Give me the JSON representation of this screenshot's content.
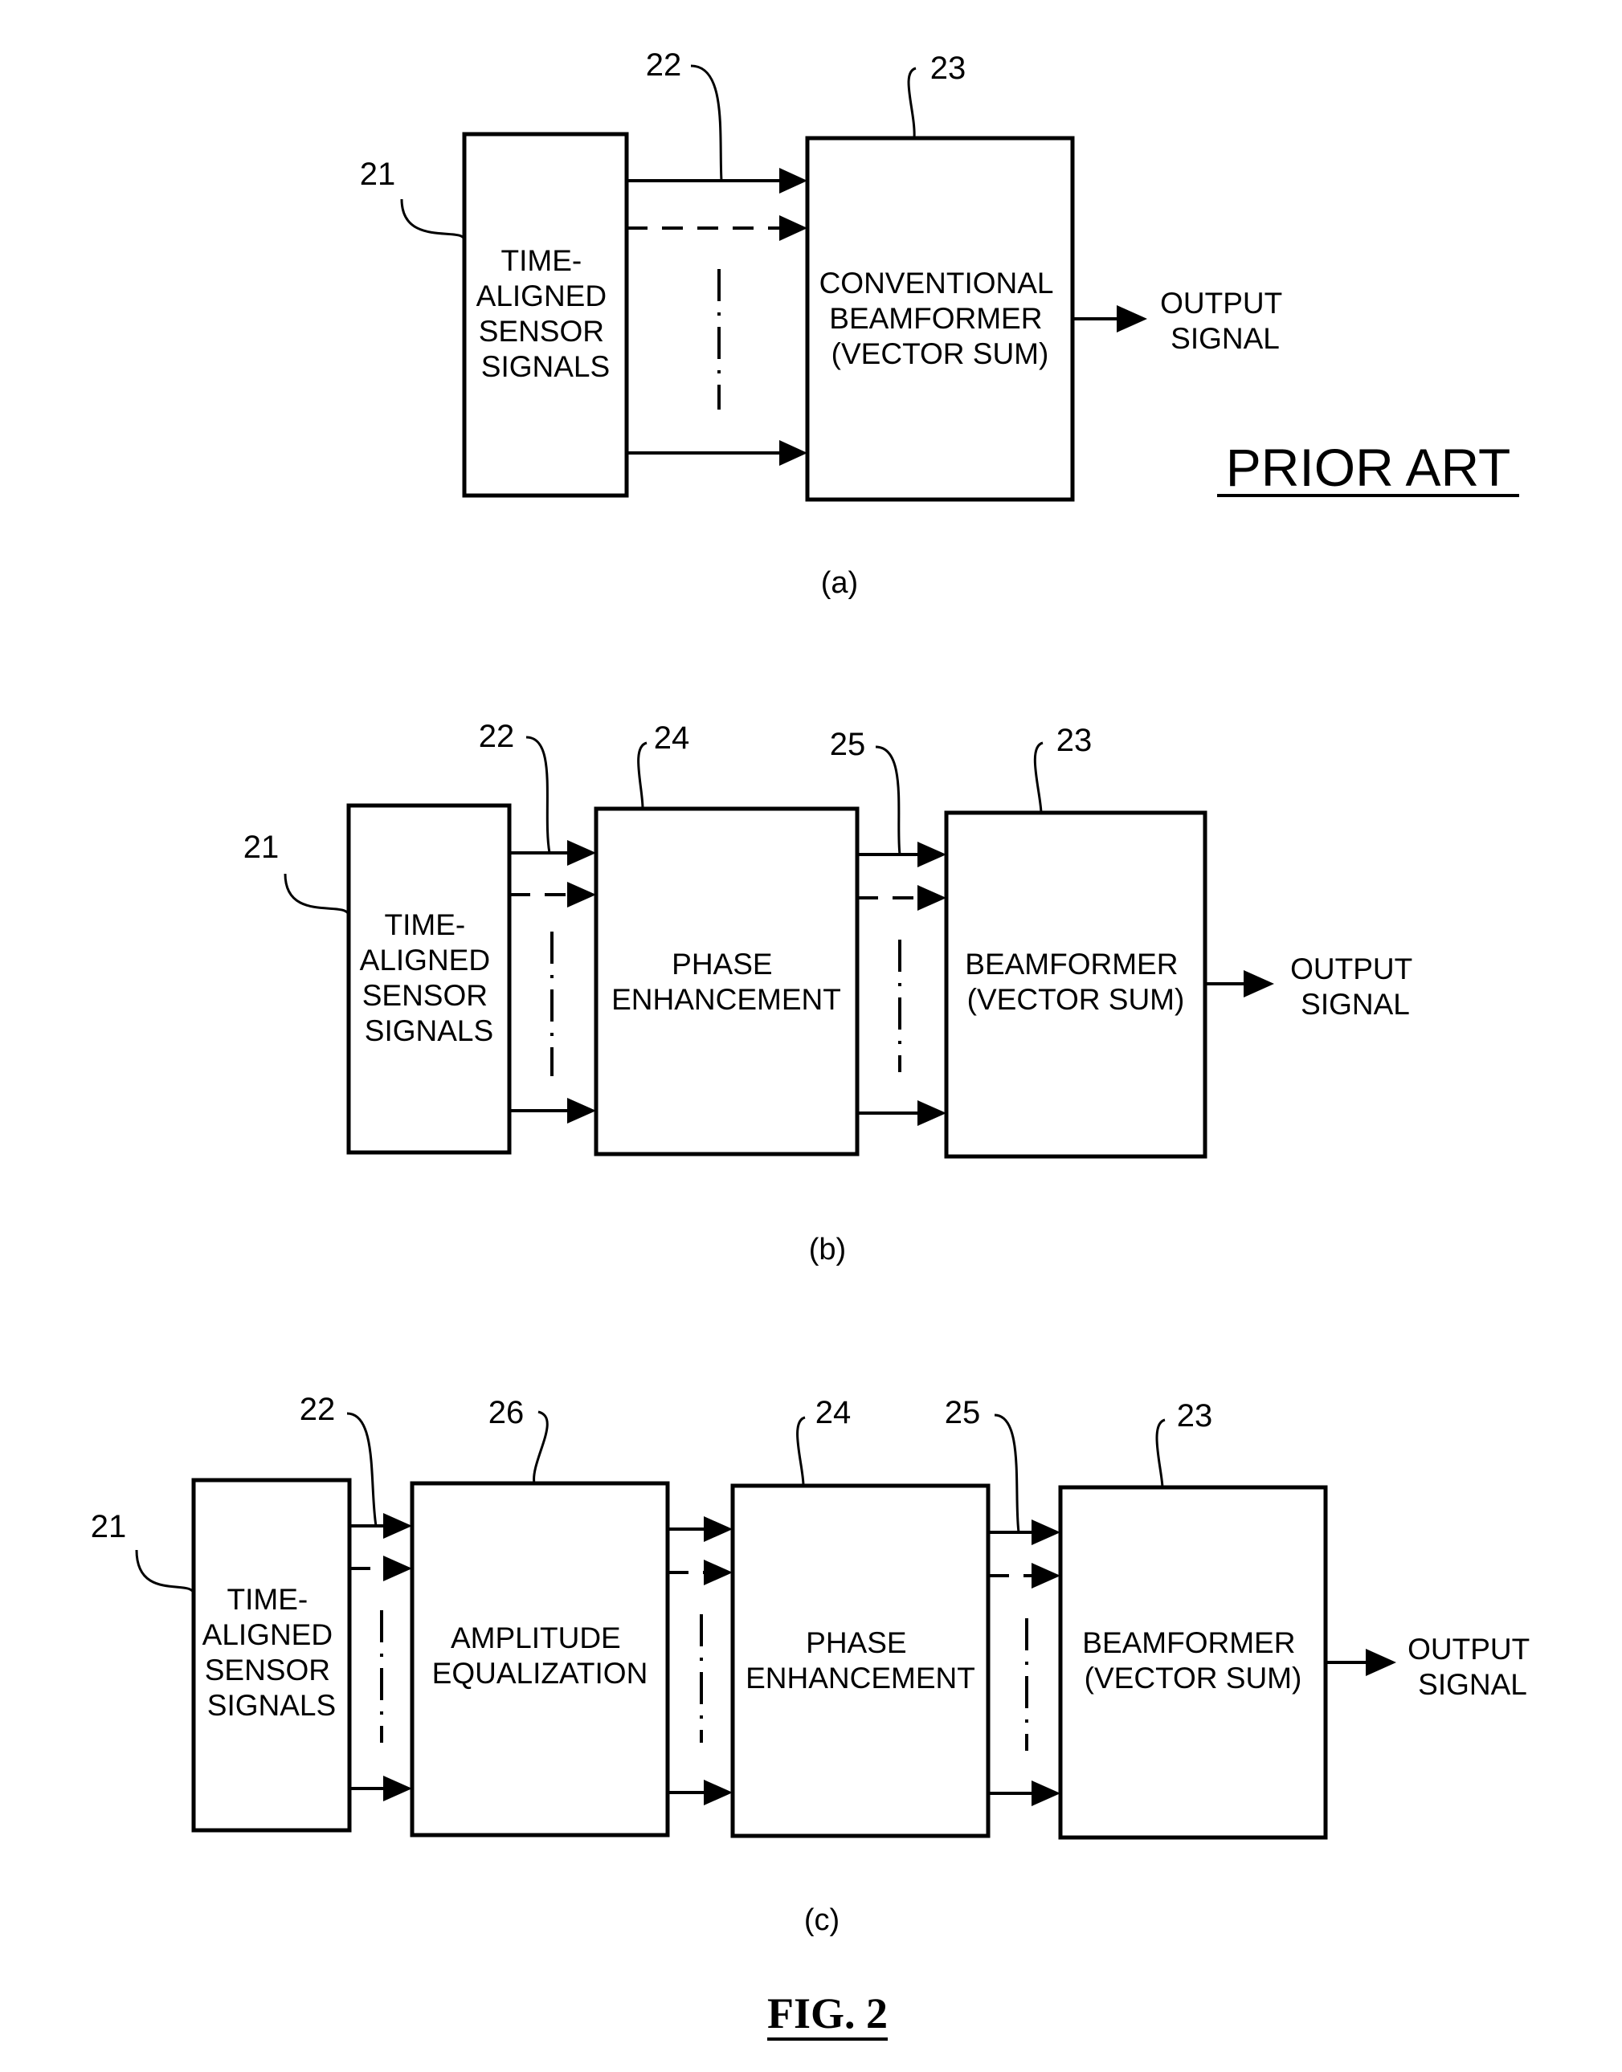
{
  "panel_a": {
    "caption": "(a)",
    "prior_art": "PRIOR ART",
    "input_block": {
      "ref": "21",
      "lines": [
        "TIME-",
        "ALIGNED",
        "SENSOR",
        "SIGNALS"
      ]
    },
    "signal_ref": "22",
    "beamformer": {
      "ref": "23",
      "lines": [
        "CONVENTIONAL",
        "BEAMFORMER",
        "(VECTOR SUM)"
      ]
    },
    "output": {
      "lines": [
        "OUTPUT",
        "SIGNAL"
      ]
    }
  },
  "panel_b": {
    "caption": "(b)",
    "input_block": {
      "ref": "21",
      "lines": [
        "TIME-",
        "ALIGNED",
        "SENSOR",
        "SIGNALS"
      ]
    },
    "signal_ref": "22",
    "phase_block": {
      "ref": "24",
      "lines": [
        "PHASE",
        "ENHANCEMENT"
      ]
    },
    "enhanced_ref": "25",
    "beamformer": {
      "ref": "23",
      "lines": [
        "BEAMFORMER",
        "(VECTOR SUM)"
      ]
    },
    "output": {
      "lines": [
        "OUTPUT",
        "SIGNAL"
      ]
    }
  },
  "panel_c": {
    "caption": "(c)",
    "input_block": {
      "ref": "21",
      "lines": [
        "TIME-",
        "ALIGNED",
        "SENSOR",
        "SIGNALS"
      ]
    },
    "signal_ref": "22",
    "amplitude_block": {
      "ref": "26",
      "lines": [
        "AMPLITUDE",
        "EQUALIZATION"
      ]
    },
    "phase_block": {
      "ref": "24",
      "lines": [
        "PHASE",
        "ENHANCEMENT"
      ]
    },
    "enhanced_ref": "25",
    "beamformer": {
      "ref": "23",
      "lines": [
        "BEAMFORMER",
        "(VECTOR SUM)"
      ]
    },
    "output": {
      "lines": [
        "OUTPUT",
        "SIGNAL"
      ]
    }
  },
  "figure_label": "FIG. 2"
}
